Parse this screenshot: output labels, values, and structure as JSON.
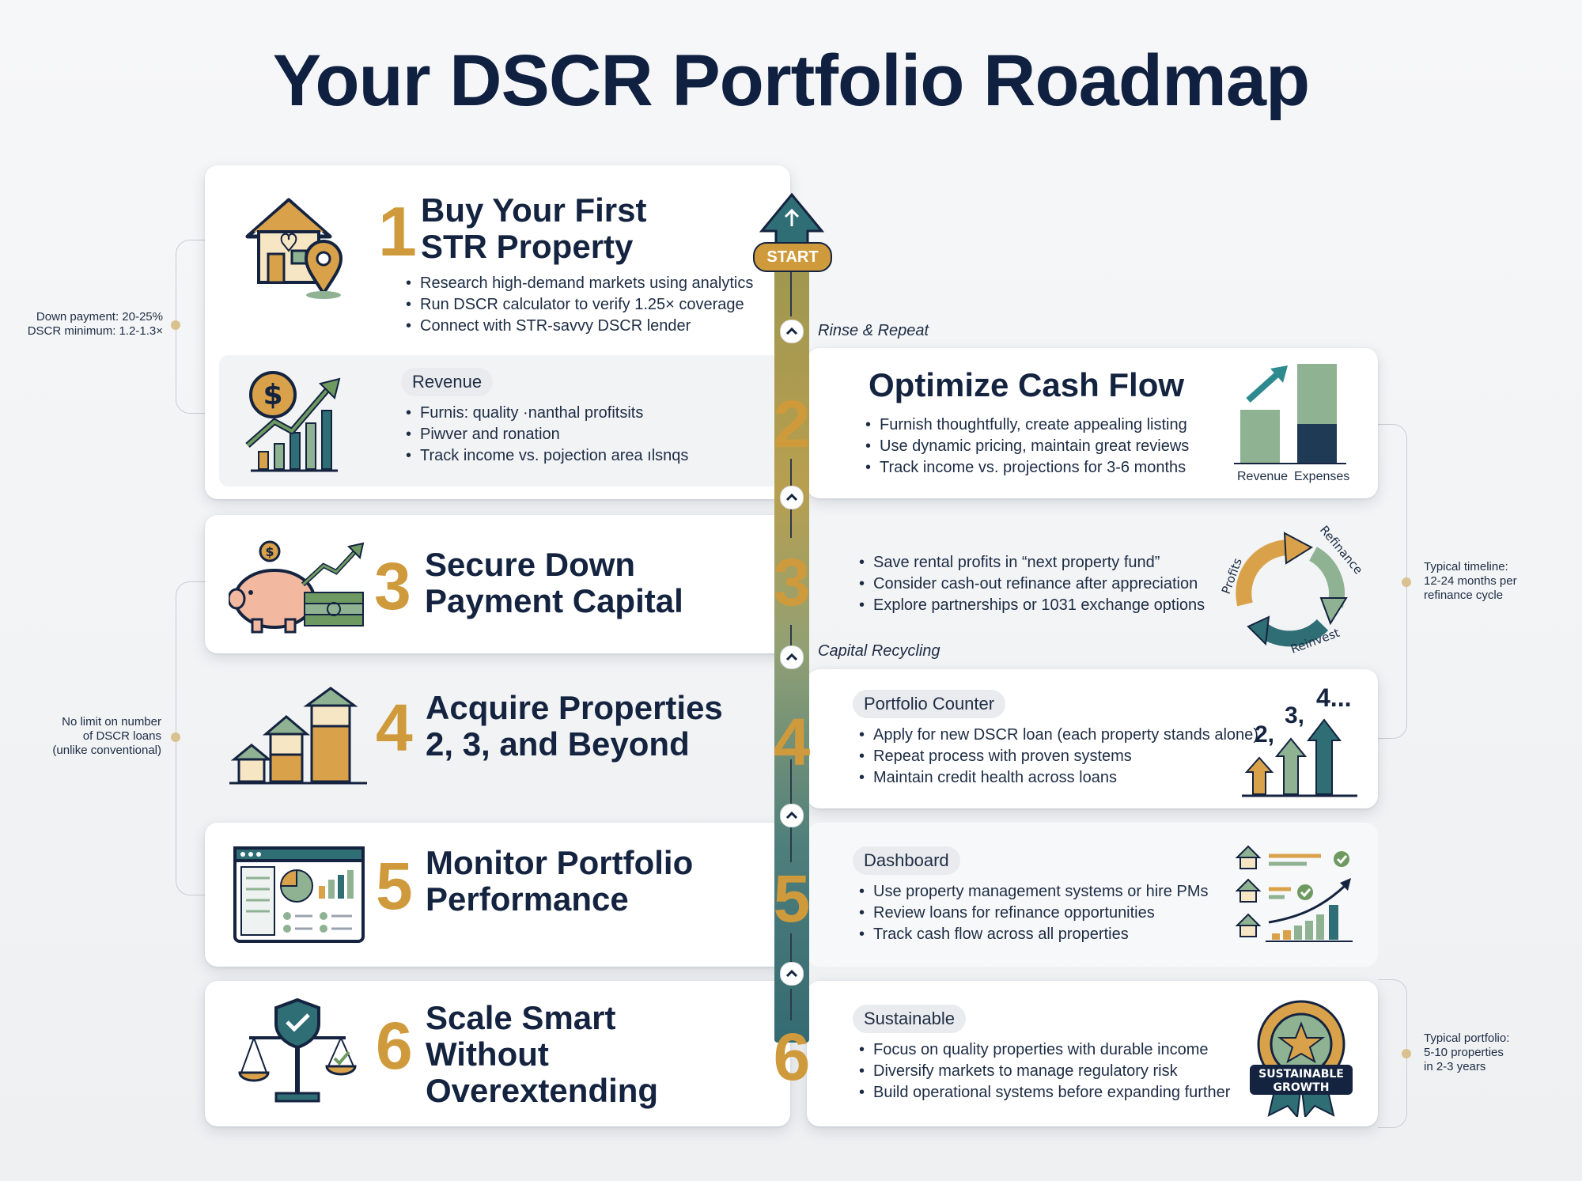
{
  "title": "Your DSCR Portfolio Roadmap",
  "timeline": {
    "start_label": "START",
    "label_rinse": "Rinse & Repeat",
    "label_capital": "Capital Recycling",
    "numbers": [
      "2",
      "3",
      "4",
      "5",
      "6"
    ]
  },
  "side_notes": {
    "left_1": [
      "Down payment: 20-25%",
      "DSCR minimum: 1.2-1.3×"
    ],
    "left_2": [
      "No limit on number",
      "of DSCR loans",
      "(unlike conventional)"
    ],
    "right_1": [
      "Typical timeline:",
      "12-24 months per",
      "refinance cycle"
    ],
    "right_2": [
      "Typical portfolio:",
      "5-10 properties",
      "in 2-3 years"
    ]
  },
  "left_steps": [
    {
      "number": "1",
      "title": [
        "Buy Your First",
        "STR Property"
      ],
      "bullets": [
        "Research high-demand markets using analytics",
        "Run DSCR calculator to verify 1.25× coverage",
        "Connect with STR-savvy DSCR lender"
      ]
    },
    {
      "number": "3",
      "title": [
        "Secure Down",
        "Payment Capital"
      ]
    },
    {
      "number": "4",
      "title": [
        "Acquire Properties",
        "2, 3, and Beyond"
      ]
    },
    {
      "number": "5",
      "title": [
        "Monitor Portfolio",
        "Performance"
      ]
    },
    {
      "number": "6",
      "title": [
        "Scale Smart",
        "Without",
        "Overextending"
      ]
    }
  ],
  "revenue_panel": {
    "pill": "Revenue",
    "bullets": [
      "Furnis: quality ·nanthal profitsits",
      "Piwver and ronation",
      "Track income vs. pojection area ılsnqs"
    ]
  },
  "right_steps": {
    "optimize": {
      "title": "Optimize Cash Flow",
      "bullets": [
        "Furnish thoughtfully, create appealing listing",
        "Use dynamic pricing, maintain great reviews",
        "Track income vs. projections for 3-6 months"
      ],
      "chart_labels": [
        "Revenue",
        "Expenses"
      ]
    },
    "capital": {
      "bullets": [
        "Save rental profits in “next property fund”",
        "Consider cash-out refinance after appreciation",
        "Explore partnerships or 1031 exchange options"
      ],
      "cycle_labels": [
        "Profits",
        "Refinance",
        "Reinvest"
      ]
    },
    "counter": {
      "pill": "Portfolio Counter",
      "bullets": [
        "Apply for new DSCR loan (each property stands alone)",
        "Repeat process with proven systems",
        "Maintain credit health across loans"
      ],
      "numbers": [
        "2,",
        "3,",
        "4..."
      ]
    },
    "dashboard": {
      "pill": "Dashboard",
      "bullets": [
        "Use property management systems or hire PMs",
        "Review loans for refinance opportunities",
        "Track cash flow across all properties"
      ]
    },
    "sustainable": {
      "pill": "Sustainable",
      "bullets": [
        "Focus on quality properties with durable income",
        "Diversify markets to manage regulatory risk",
        "Build operational systems before expanding further"
      ],
      "badge": [
        "SUSTAINABLE",
        "GROWTH"
      ]
    }
  },
  "colors": {
    "navy": "#14233f",
    "gold": "#cf9a3c",
    "teal": "#2f6e74",
    "sage": "#8fb293"
  }
}
